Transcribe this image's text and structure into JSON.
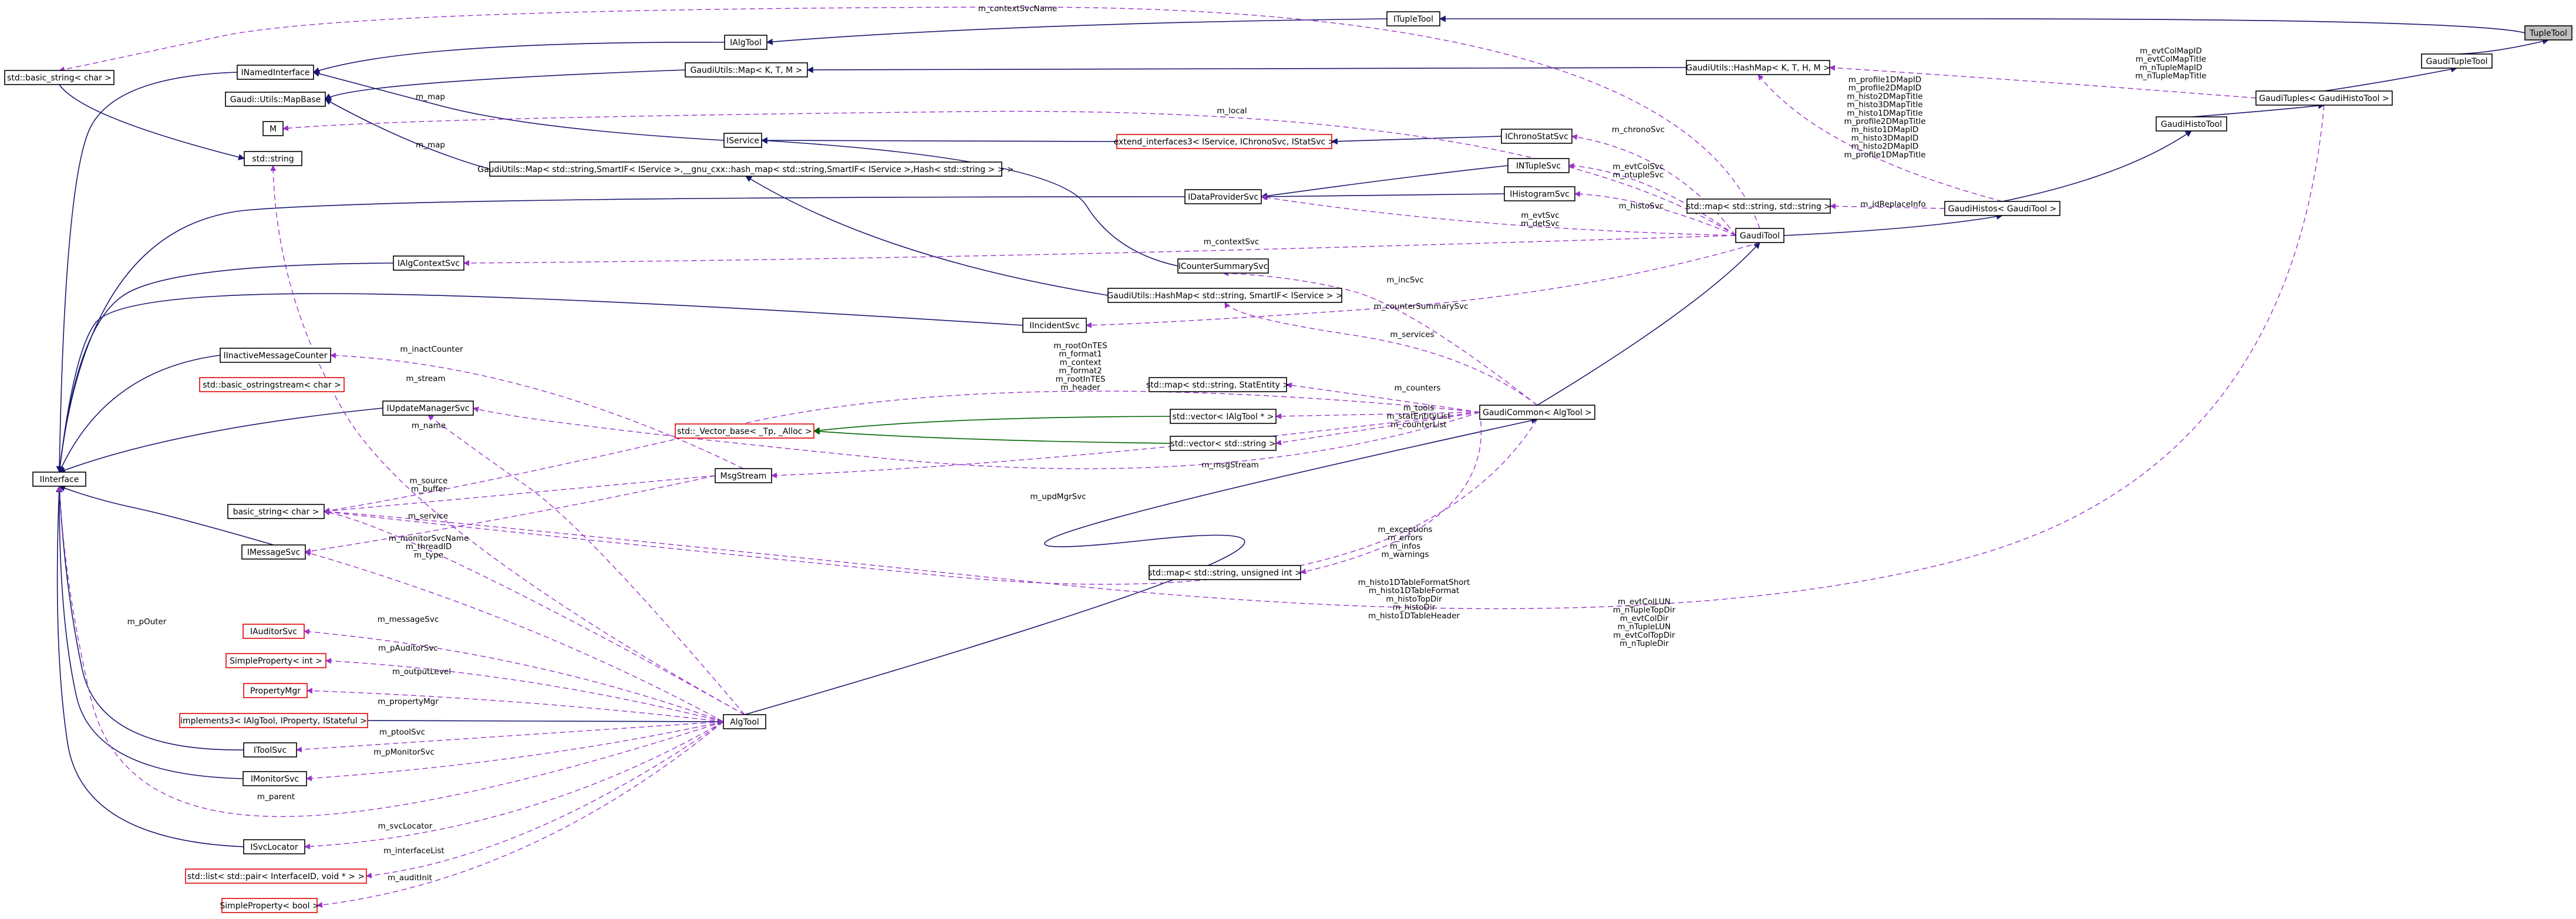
{
  "nodes": {
    "ITupleTool": "ITupleTool",
    "TupleTool": "TupleTool",
    "GaudiTupleTool": "GaudiTupleTool",
    "IAlgTool_top": "IAlgTool",
    "INamedInterface": "INamedInterface",
    "basic_string_char_top": "std::basic_string< char >",
    "GaudiUtils_Map": "GaudiUtils::Map< K, T, M >",
    "GaudiUtils_HashMap": "GaudiUtils::HashMap< K, T, H, M >",
    "GaudiTuples": "GaudiTuples< GaudiHistoTool >",
    "GaudiHistoTool": "GaudiHistoTool",
    "Gaudi_Utils_MapBase": "Gaudi::Utils::MapBase",
    "M": "M",
    "IService": "IService",
    "extend_interfaces3": "extend_interfaces3< IService, IChronoSvc, IStatSvc >",
    "IChronoStatSvc": "IChronoStatSvc",
    "std_string": "std::string",
    "GaudiUtils_Map_long": "GaudiUtils::Map< std::string,SmartIF< IService >,__gnu_cxx::hash_map< std::string,SmartIF< IService >,Hash< std::string > > >",
    "INTupleSvc": "INTupleSvc",
    "IDataProviderSvc": "IDataProviderSvc",
    "IHistogramSvc": "IHistogramSvc",
    "std_map_replace": "std::map< std::string, std::string >",
    "GaudiHistos": "GaudiHistos< GaudiTool >",
    "GaudiTool": "GaudiTool",
    "IAlgContextSvc": "IAlgContextSvc",
    "ICounterSummarySvc": "ICounterSummarySvc",
    "GaudiUtils_HashMap_svc": "GaudiUtils::HashMap< std::string, SmartIF< IService > >",
    "IIncidentSvc": "IIncidentSvc",
    "IInactiveMessageCounter": "IInactiveMessageCounter",
    "std_basic_ostringstream": "std::basic_ostringstream< char >",
    "std_map_statentity": "std::map< std::string, StatEntity >",
    "IUpdateManagerSvc": "IUpdateManagerSvc",
    "std_vector_IAlgTool": "std::vector< IAlgTool * >",
    "GaudiCommon": "GaudiCommon< AlgTool >",
    "Vector_base": "std::_Vector_base< _Tp, _Alloc >",
    "std_vector_string": "std::vector< std::string >",
    "IInterface": "IInterface",
    "MsgStream": "MsgStream",
    "basic_string_char": "basic_string< char >",
    "IMessageSvc": "IMessageSvc",
    "std_map_uint": "std::map< std::string, unsigned int >",
    "IAuditorSvc": "IAuditorSvc",
    "SimpleProperty_int": "SimpleProperty< int >",
    "PropertyMgr": "PropertyMgr",
    "implements3": "implements3< IAlgTool, IProperty, IStateful >",
    "AlgTool": "AlgTool",
    "IToolSvc": "IToolSvc",
    "IMonitorSvc": "IMonitorSvc",
    "ISvcLocator": "ISvcLocator",
    "std_list_pair": "std::list< std::pair< InterfaceID, void * > >",
    "SimpleProperty_bool": "SimpleProperty< bool >"
  },
  "edge_labels": {
    "contextSvcName": "m_contextSvcName",
    "map1": "m_map",
    "map2": "m_map",
    "local": "m_local",
    "chronoSvc": "m_chronoSvc",
    "evtColSvc": "m_evtColSvc",
    "ntupleSvc": "m_ntupleSvc",
    "histoSvc": "m_histoSvc",
    "evtSvc": "m_evtSvc",
    "detSvc": "m_detSvc",
    "contextSvc": "m_contextSvc",
    "idReplaceInfo": "m_idReplaceInfo",
    "incSvc": "m_incSvc",
    "counterSummarySvc": "m_counterSummarySvc",
    "services": "m_services",
    "rootOnTES": "m_rootOnTES",
    "format1": "m_format1",
    "context": "m_context",
    "format2": "m_format2",
    "rootInTES": "m_rootInTES",
    "header": "m_header",
    "inactCounter": "m_inactCounter",
    "stream": "m_stream",
    "counters": "m_counters",
    "tools": "m_tools",
    "statEntityList": "m_statEntityList",
    "counterList": "m_counterList",
    "name": "m_name",
    "msgStream": "m_msgStream",
    "updMgrSvc": "m_updMgrSvc",
    "source": "m_source",
    "buffer": "m_buffer",
    "service": "m_service",
    "monitorSvcName": "m_monitorSvcName",
    "threadID": "m_threadID",
    "type": "m_type",
    "exceptions": "m_exceptions",
    "errors": "m_errors",
    "infos": "m_infos",
    "warnings": "m_warnings",
    "histo1DTableFormatShort": "m_histo1DTableFormatShort",
    "histo1DTableFormat": "m_histo1DTableFormat",
    "histoTopDir": "m_histoTopDir",
    "histoDir": "m_histoDir",
    "histo1DTableHeader": "m_histo1DTableHeader",
    "pOuter": "m_pOuter",
    "messageSvc": "m_messageSvc",
    "pAuditorSvc": "m_pAuditorSvc",
    "outputLevel": "m_outputLevel",
    "propertyMgr": "m_propertyMgr",
    "ptoolSvc": "m_ptoolSvc",
    "pMonitorSvc": "m_pMonitorSvc",
    "parent": "m_parent",
    "svcLocator": "m_svcLocator",
    "interfaceList": "m_interfaceList",
    "auditInit": "m_auditInit",
    "evtColLUN": "m_evtColLUN",
    "nTupleTopDir": "m_nTupleTopDir",
    "evtColDir": "m_evtColDir",
    "nTupleLUN": "m_nTupleLUN",
    "evtColTopDir": "m_evtColTopDir",
    "nTupleDir": "m_nTupleDir",
    "evtColMapID": "m_evtColMapID",
    "evtColMapTitle": "m_evtColMapTitle",
    "nTupleMapID": "m_nTupleMapID",
    "nTupleMapTitle": "m_nTupleMapTitle",
    "profile1DMapID": "m_profile1DMapID",
    "profile2DMapID": "m_profile2DMapID",
    "histo2DMapTitle": "m_histo2DMapTitle",
    "histo3DMapTitle": "m_histo3DMapTitle",
    "histo1DMapTitle": "m_histo1DMapTitle",
    "profile2DMapTitle": "m_profile2DMapTitle",
    "histo1DMapID": "m_histo1DMapID",
    "histo3DMapID": "m_histo3DMapID",
    "histo2DMapID": "m_histo2DMapID",
    "profile1DMapTitle": "m_profile1DMapTitle",
    "histo2DMapID2": "m_histo2DMapID"
  },
  "colors": {
    "inheritance": "#191970",
    "template_inheritance": "#006400",
    "usage": "#9a32cd",
    "external_border": "#e00000",
    "selected_fill": "#bfbfbf"
  }
}
